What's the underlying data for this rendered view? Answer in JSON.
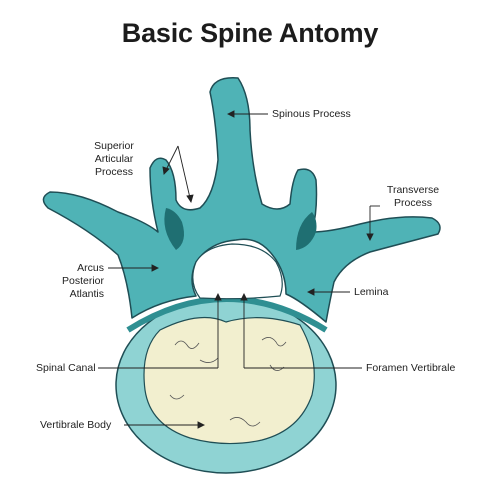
{
  "title": "Basic Spine Antomy",
  "stock_id": "716233526",
  "colors": {
    "bone": "#4fb3b6",
    "bone_dark": "#2f8f92",
    "bone_light": "#8fd3d3",
    "nucleus": "#f2efcf",
    "outline": "#1f4e55"
  },
  "labels": {
    "spinous_process": "Spinous Process",
    "superior_articular_process": [
      "Superior",
      "Articular",
      "Process"
    ],
    "transverse_process": [
      "Transverse",
      "Process"
    ],
    "arcus_posterior_atlantis": [
      "Arcus",
      "Posterior",
      "Atlantis"
    ],
    "lemina": "Lemina",
    "spinal_canal": "Spinal Canal",
    "foramen_vertibrale": "Foramen Vertibrale",
    "vertibrale_body": "Vertibrale Body"
  }
}
